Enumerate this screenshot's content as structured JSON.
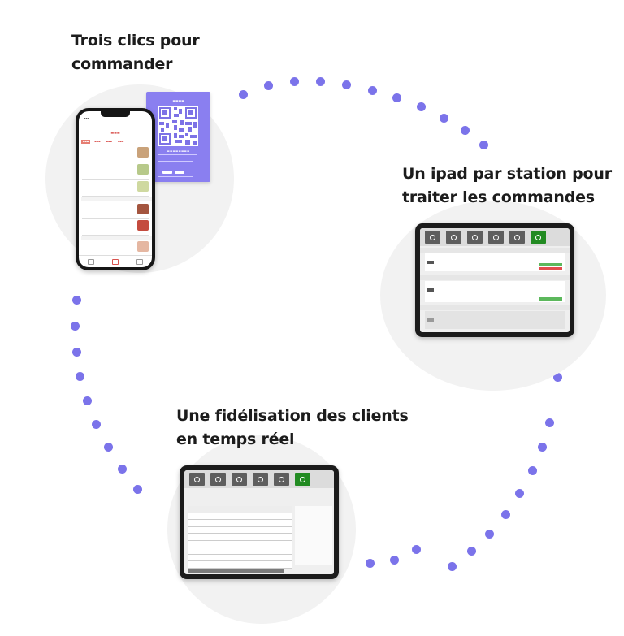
{
  "features": {
    "order": {
      "title_line1": "Trois clics pour",
      "title_line2": "commander"
    },
    "ipad": {
      "title_line1": "Un ipad par station pour",
      "title_line2": "traiter les commandes"
    },
    "loyalty": {
      "title_line1": "Une fidélisation des clients",
      "title_line2": "en temps réel"
    }
  },
  "colors": {
    "dot": "#7b73ea",
    "circle": "#f2f2f2",
    "qr_card": "#8a7ff0",
    "accent_red": "#d9534f",
    "accent_green": "#228b22"
  },
  "icons": [
    "qr-code-icon",
    "bag-icon",
    "menu-icon"
  ]
}
